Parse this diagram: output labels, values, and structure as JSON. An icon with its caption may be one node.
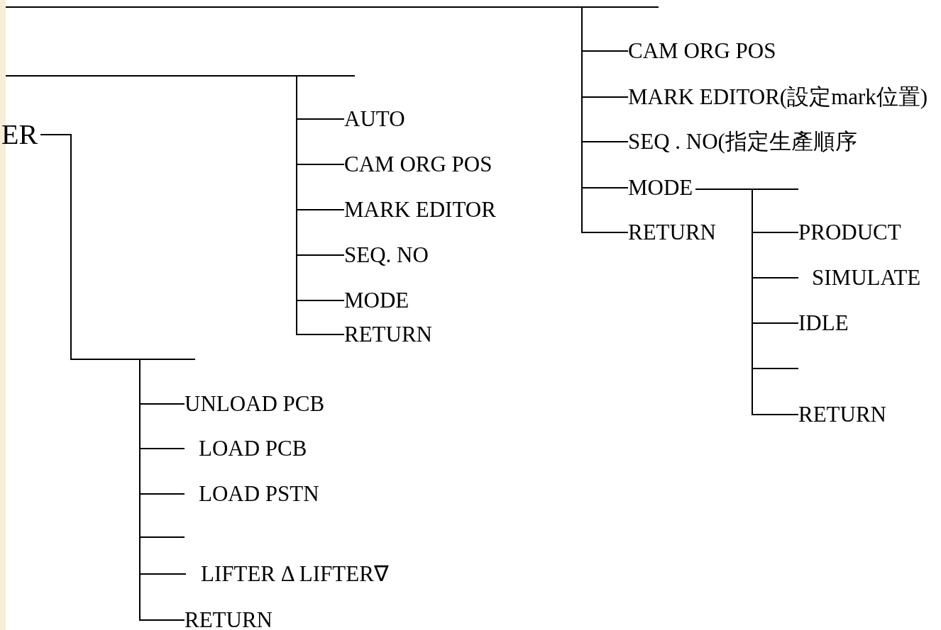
{
  "diagram": {
    "nodes": [
      {
        "text": [
          "ER"
        ]
      },
      {
        "text": [
          "CAM ORG POS"
        ]
      },
      {
        "text": [
          "MARK EDITOR(設定mark位置)"
        ]
      },
      {
        "text": [
          "SEQ . NO(指定生產順序"
        ]
      },
      {
        "text": [
          "MODE"
        ]
      },
      {
        "text": [
          "RETURN"
        ]
      },
      {
        "text": [
          "AUTO"
        ]
      },
      {
        "text": [
          "CAM ORG POS"
        ]
      },
      {
        "text": [
          "MARK EDITOR"
        ]
      },
      {
        "text": [
          "SEQ. NO"
        ]
      },
      {
        "text": [
          "MODE"
        ]
      },
      {
        "text": [
          "RETURN"
        ]
      },
      {
        "text": [
          "PRODUCT"
        ]
      },
      {
        "text": [
          "SIMULATE"
        ]
      },
      {
        "text": [
          "IDLE"
        ]
      },
      {
        "text": [
          "RETURN"
        ]
      },
      {
        "text": [
          "UNLOAD PCB"
        ]
      },
      {
        "text": [
          "LOAD PCB"
        ]
      },
      {
        "text": [
          "LOAD PSTN"
        ]
      },
      {
        "text": [
          "LIFTER Δ LIFTER∇"
        ]
      },
      {
        "text": [
          "RETURN"
        ]
      }
    ],
    "edges": [
      {
        "from": null,
        "to": 1,
        "arrow": "none"
      },
      {
        "from": null,
        "to": 2,
        "arrow": "none"
      },
      {
        "from": null,
        "to": 3,
        "arrow": "none"
      },
      {
        "from": null,
        "to": 4,
        "arrow": "none"
      },
      {
        "from": null,
        "to": 5,
        "arrow": "none"
      },
      {
        "from": null,
        "to": 6,
        "arrow": "none"
      },
      {
        "from": null,
        "to": 7,
        "arrow": "none"
      },
      {
        "from": null,
        "to": 8,
        "arrow": "none"
      },
      {
        "from": null,
        "to": 9,
        "arrow": "none"
      },
      {
        "from": null,
        "to": 10,
        "arrow": "none"
      },
      {
        "from": null,
        "to": 11,
        "arrow": "none"
      },
      {
        "from": 4,
        "to": 12,
        "arrow": "none"
      },
      {
        "from": 4,
        "to": 13,
        "arrow": "none"
      },
      {
        "from": 4,
        "to": 14,
        "arrow": "none"
      },
      {
        "from": 4,
        "to": null,
        "arrow": "none"
      },
      {
        "from": 4,
        "to": 15,
        "arrow": "none"
      },
      {
        "from": 0,
        "to": 16,
        "arrow": "none"
      },
      {
        "from": 0,
        "to": 17,
        "arrow": "none"
      },
      {
        "from": 0,
        "to": 18,
        "arrow": "none"
      },
      {
        "from": 0,
        "to": null,
        "arrow": "none"
      },
      {
        "from": 0,
        "to": 19,
        "arrow": "none"
      },
      {
        "from": 0,
        "to": 20,
        "arrow": "none"
      }
    ]
  }
}
